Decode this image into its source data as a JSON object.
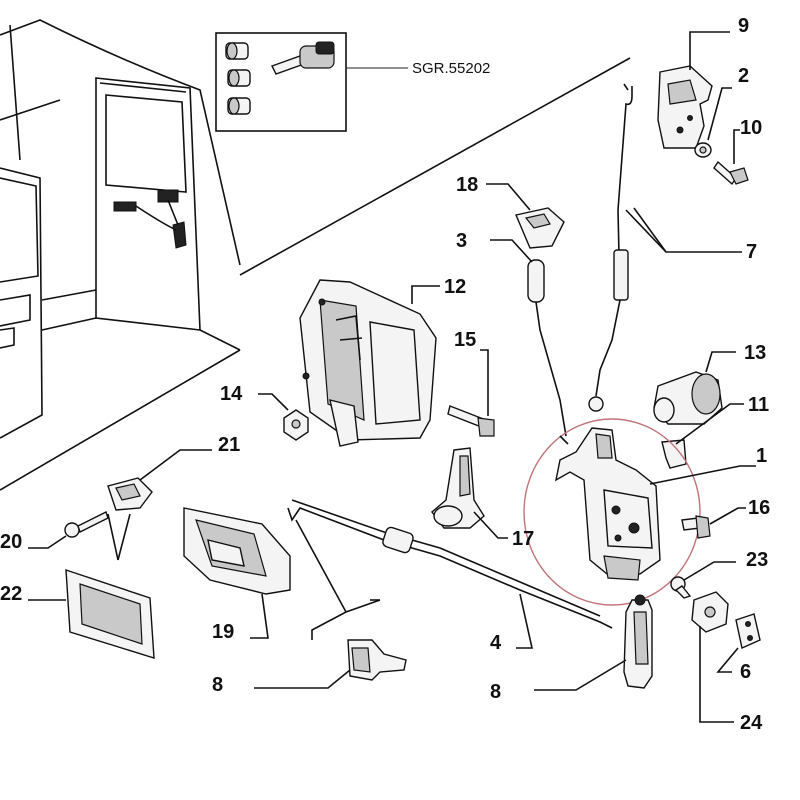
{
  "kit_code": "SGR.55202",
  "callouts": [
    {
      "id": "9",
      "text": "9"
    },
    {
      "id": "2",
      "text": "2"
    },
    {
      "id": "10",
      "text": "10"
    },
    {
      "id": "18",
      "text": "18"
    },
    {
      "id": "3",
      "text": "3"
    },
    {
      "id": "7",
      "text": "7"
    },
    {
      "id": "12",
      "text": "12"
    },
    {
      "id": "13",
      "text": "13"
    },
    {
      "id": "15",
      "text": "15"
    },
    {
      "id": "11",
      "text": "11"
    },
    {
      "id": "14",
      "text": "14"
    },
    {
      "id": "1",
      "text": "1"
    },
    {
      "id": "21",
      "text": "21"
    },
    {
      "id": "16",
      "text": "16"
    },
    {
      "id": "20",
      "text": "20"
    },
    {
      "id": "17",
      "text": "17"
    },
    {
      "id": "23",
      "text": "23"
    },
    {
      "id": "22",
      "text": "22"
    },
    {
      "id": "6",
      "text": "6"
    },
    {
      "id": "19",
      "text": "19"
    },
    {
      "id": "4",
      "text": "4"
    },
    {
      "id": "8a",
      "text": "8"
    },
    {
      "id": "8b",
      "text": "8"
    },
    {
      "id": "24",
      "text": "24"
    }
  ],
  "colors": {
    "ink": "#111111",
    "highlight_ring": "#c0737a",
    "paper": "#ffffff"
  }
}
